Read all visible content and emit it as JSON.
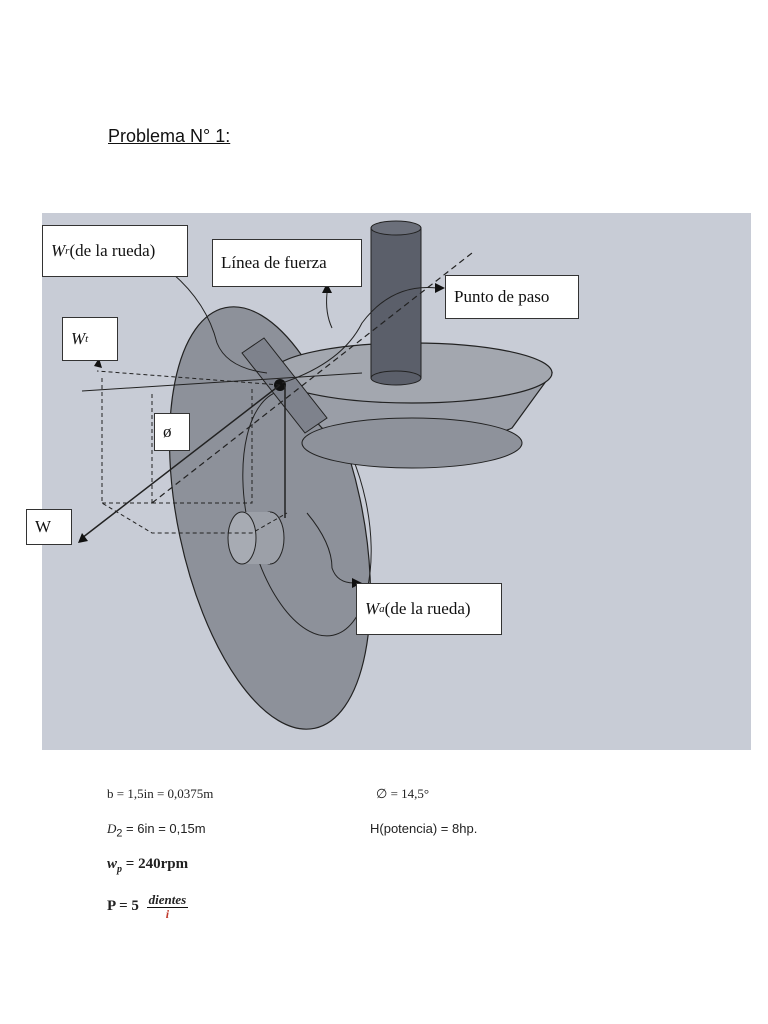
{
  "heading": "Problema N° 1:",
  "figure": {
    "labels": {
      "wr_symbol": "W",
      "wr_sub": "r",
      "wr_text": " (de la rueda)",
      "linea_fuerza": "Línea de fuerza",
      "punto_paso": "Punto de paso",
      "wt_symbol": "W",
      "wt_sub": "t",
      "phi": "ø",
      "w": "W",
      "wa_symbol": "W",
      "wa_sub": "a",
      "wa_text": " (de la rueda)"
    }
  },
  "data": {
    "b": "b = 1,5in = 0,0375m",
    "phi": "∅ = 14,5°",
    "d2_symbol": "D",
    "d2_sub": "2",
    "d2_rest": " = 6in = 0,15m",
    "h": "H(potencia) = 8hp.",
    "wp_symbol": "w",
    "wp_sub": "p",
    "wp_rest": " = 240rpm",
    "p_text": "P = 5",
    "p_num": "dientes",
    "p_den": "i"
  }
}
